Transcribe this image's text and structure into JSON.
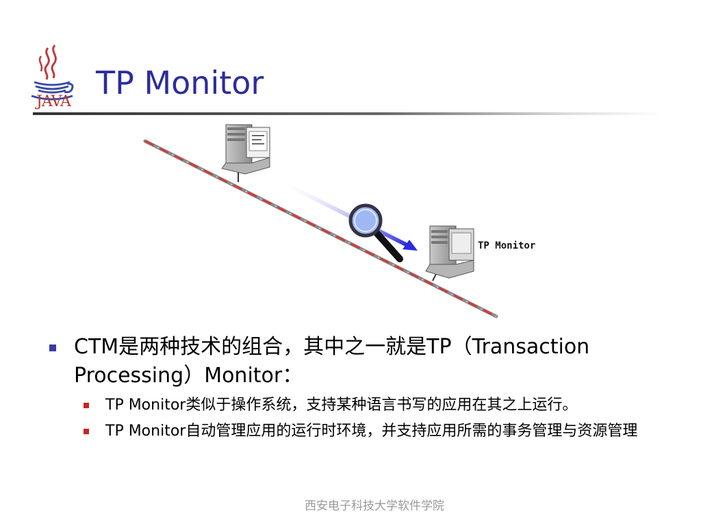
{
  "slide": {
    "title": "TP Monitor",
    "logo": {
      "icon": "java-coffee-cup-icon",
      "text": "JAVA"
    },
    "diagram": {
      "server_label": "TP Monitor",
      "icons": [
        "client-computer-icon",
        "server-computer-icon",
        "magnifier-icon",
        "network-cable-icon",
        "arrow-icon"
      ]
    },
    "bullets": [
      {
        "text": "CTM是两种技术的组合，其中之一就是TP（Transaction Processing）Monitor：",
        "children": [
          {
            "text": "TP Monitor类似于操作系统，支持某种语言书写的应用在其之上运行。"
          },
          {
            "text": "TP Monitor自动管理应用的运行时环境，并支持应用所需的事务管理与资源管理"
          }
        ]
      }
    ],
    "footer": "西安电子科技大学软件学院"
  },
  "colors": {
    "title": "#2c2c9e",
    "bullet_l1": "#3a3aa8",
    "bullet_l2": "#cc2222",
    "footer": "#999999"
  }
}
